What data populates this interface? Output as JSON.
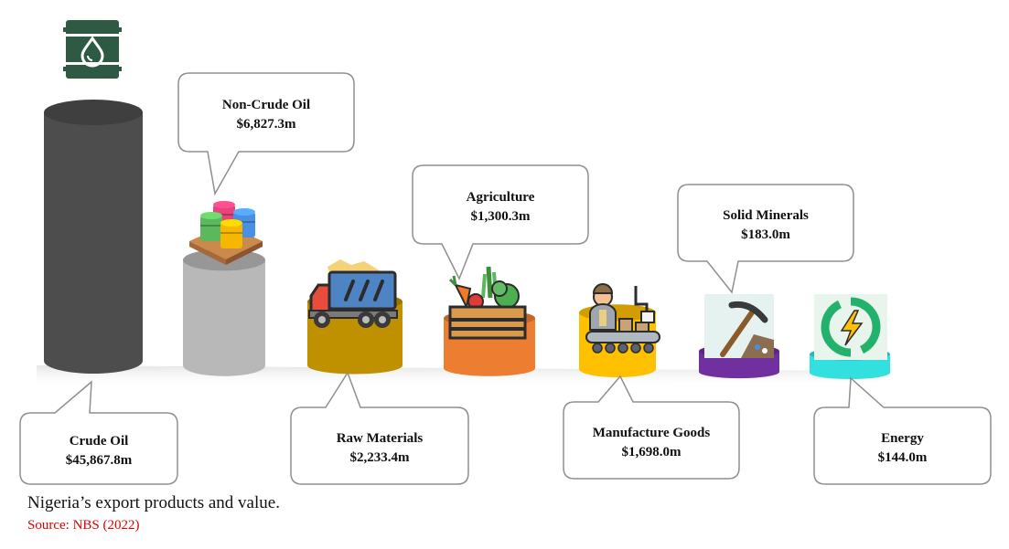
{
  "caption": "Nigeria’s export products and value.",
  "source": "Source: NBS (2022)",
  "chart_data": {
    "type": "bar",
    "categories": [
      "Crude Oil",
      "Non-Crude Oil",
      "Raw Materials",
      "Agriculture",
      "Manufacture Goods",
      "Solid Minerals",
      "Energy"
    ],
    "values": [
      45867.8,
      6827.3,
      2233.4,
      1300.3,
      1698.0,
      183.0,
      144.0
    ],
    "value_labels": [
      "$45,867.8m",
      "$6,827.3m",
      "$2,233.4m",
      "$1,300.3m",
      "$1,698.0m",
      "$183.0m",
      "$144.0m"
    ],
    "unit": "USD million",
    "colors": [
      "#4d4d4d",
      "#b8b8b8",
      "#bf9000",
      "#ed7d31",
      "#ffc000",
      "#7030a0",
      "#33e0e0"
    ],
    "icons": [
      "oil-barrel-icon",
      "oil-drums-pallet-icon",
      "dump-truck-icon",
      "vegetable-crate-icon",
      "factory-worker-conveyor-icon",
      "pickaxe-minerals-icon",
      "energy-bolt-icon"
    ],
    "title": "",
    "xlabel": "",
    "ylabel": ""
  }
}
